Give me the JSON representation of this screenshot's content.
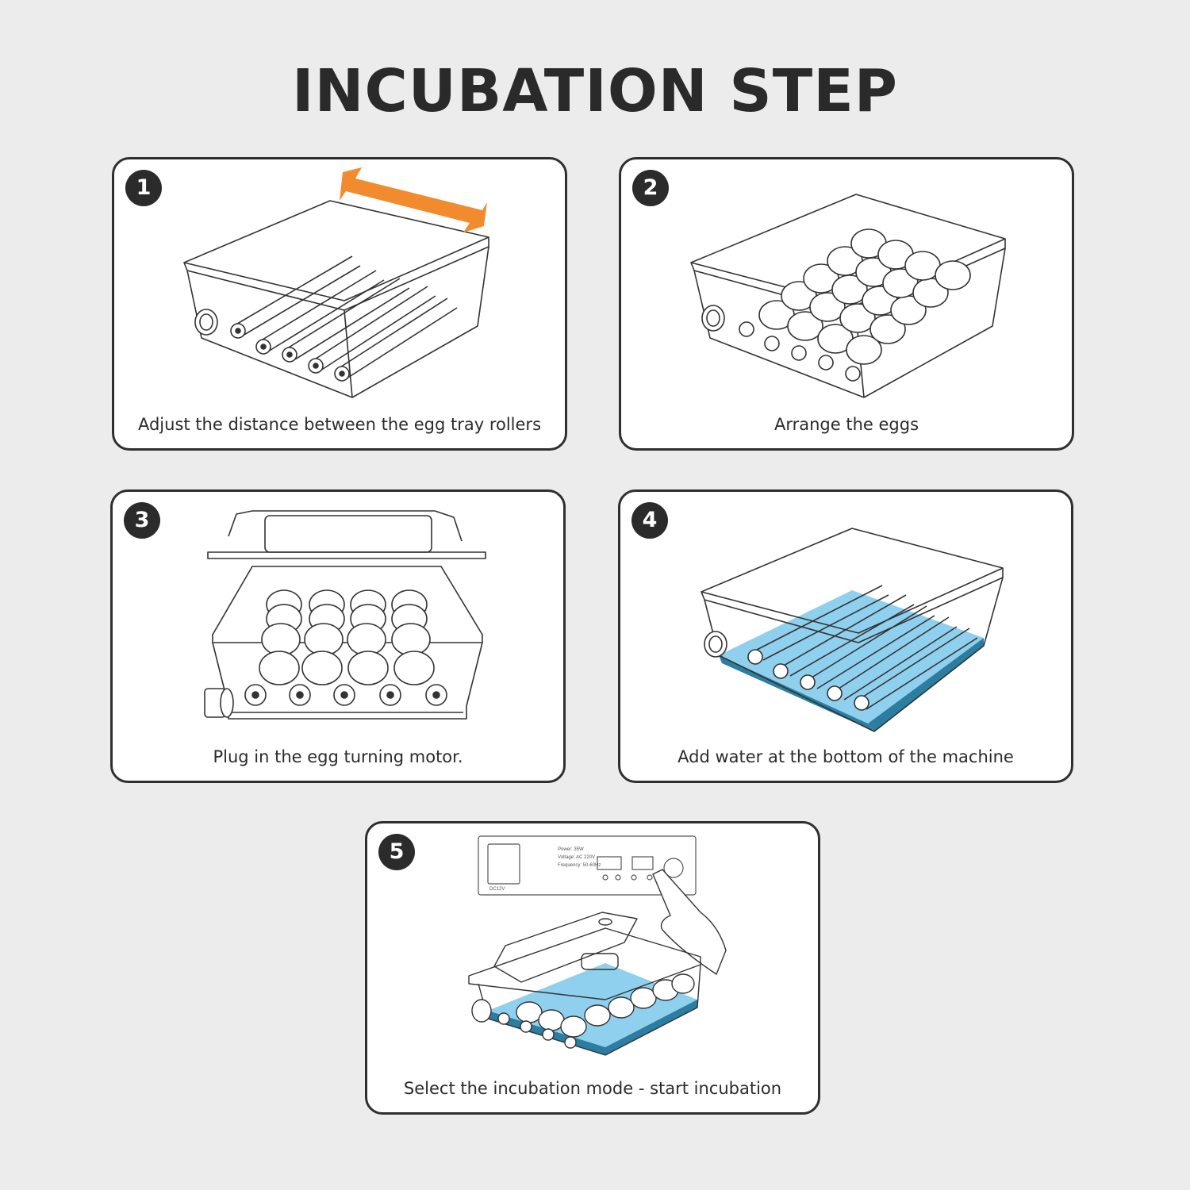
{
  "title": "INCUBATION STEP",
  "accent_color": "#f28a2e",
  "water_color": "#8fd0ee",
  "steps": [
    {
      "number": "1",
      "caption": "Adjust the distance between the egg tray rollers"
    },
    {
      "number": "2",
      "caption": "Arrange the eggs"
    },
    {
      "number": "3",
      "caption": "Plug in the egg turning motor."
    },
    {
      "number": "4",
      "caption": "Add water at the bottom of the machine"
    },
    {
      "number": "5",
      "caption": "Select the incubation mode - start incubation"
    }
  ],
  "control_panel": {
    "power": "Power: 35W",
    "voltage": "Voltage: AC 220V",
    "frequency": "Frequency: 50-60Hz",
    "dc_label": "DC12V"
  }
}
